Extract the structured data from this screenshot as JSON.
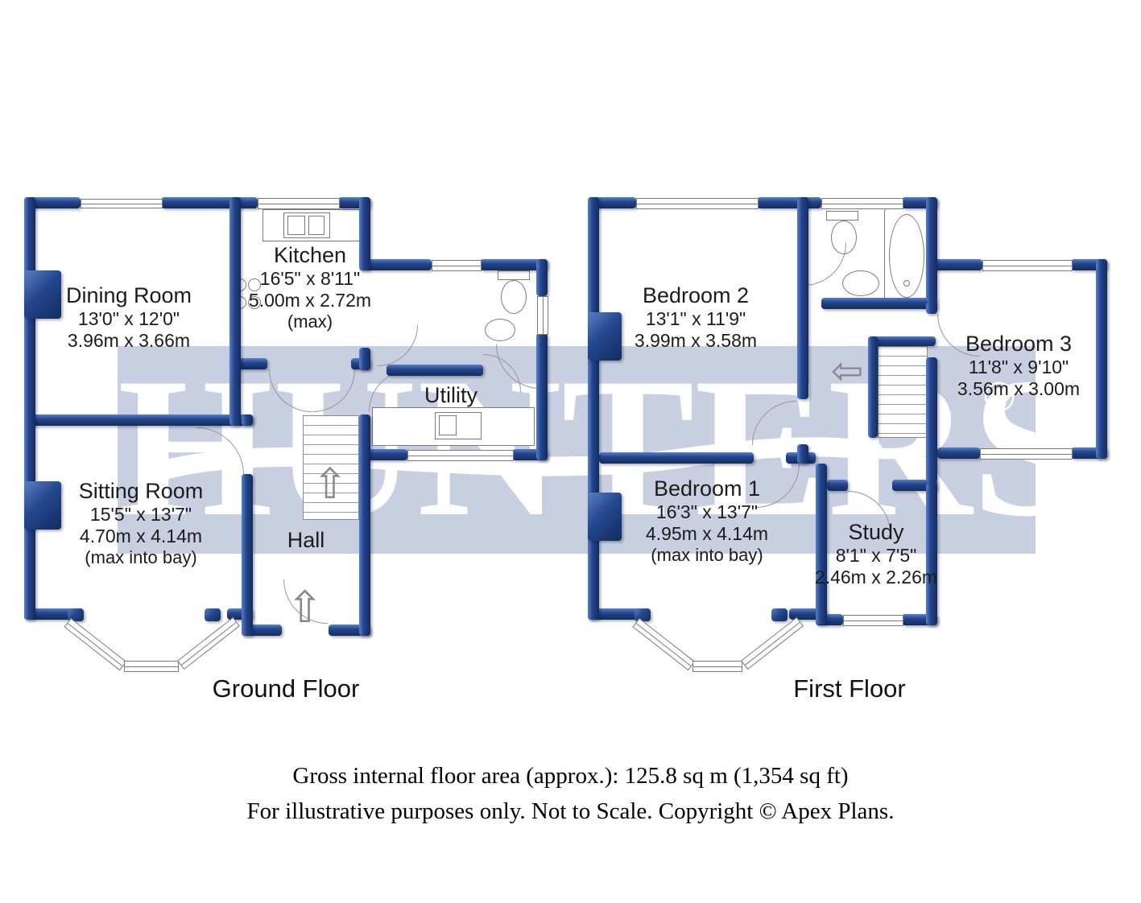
{
  "watermark": {
    "brand": "HUNTERS",
    "registered": "®"
  },
  "icons": {
    "up_arrow": "⇧",
    "left_arrow": "⇦"
  },
  "colors": {
    "wall": "#24468f",
    "watermark_band": "#c7cfe0"
  },
  "ground_floor": {
    "title": "Ground Floor",
    "rooms": {
      "dining": {
        "name": "Dining Room",
        "imperial": "13'0\" x 12'0\"",
        "metric": "3.96m x 3.66m"
      },
      "kitchen": {
        "name": "Kitchen",
        "imperial": "16'5\" x 8'11\"",
        "metric": "5.00m x 2.72m",
        "note": "(max)"
      },
      "sitting": {
        "name": "Sitting Room",
        "imperial": "15'5\" x 13'7\"",
        "metric": "4.70m x 4.14m",
        "note": "(max into bay)"
      },
      "utility": {
        "name": "Utility"
      },
      "hall": {
        "name": "Hall"
      }
    }
  },
  "first_floor": {
    "title": "First Floor",
    "rooms": {
      "bedroom2": {
        "name": "Bedroom 2",
        "imperial": "13'1\" x 11'9\"",
        "metric": "3.99m x 3.58m"
      },
      "bedroom3": {
        "name": "Bedroom 3",
        "imperial": "11'8\" x 9'10\"",
        "metric": "3.56m x 3.00m"
      },
      "bedroom1": {
        "name": "Bedroom 1",
        "imperial": "16'3\" x 13'7\"",
        "metric": "4.95m x 4.14m",
        "note": "(max into bay)"
      },
      "study": {
        "name": "Study",
        "imperial": "8'1\" x 7'5\"",
        "metric": "2.46m x 2.26m"
      }
    }
  },
  "footer": {
    "area_line": "Gross internal floor area (approx.): 125.8 sq m (1,354 sq ft)",
    "disclaimer_line": "For illustrative purposes only. Not to Scale. Copyright © Apex Plans."
  }
}
